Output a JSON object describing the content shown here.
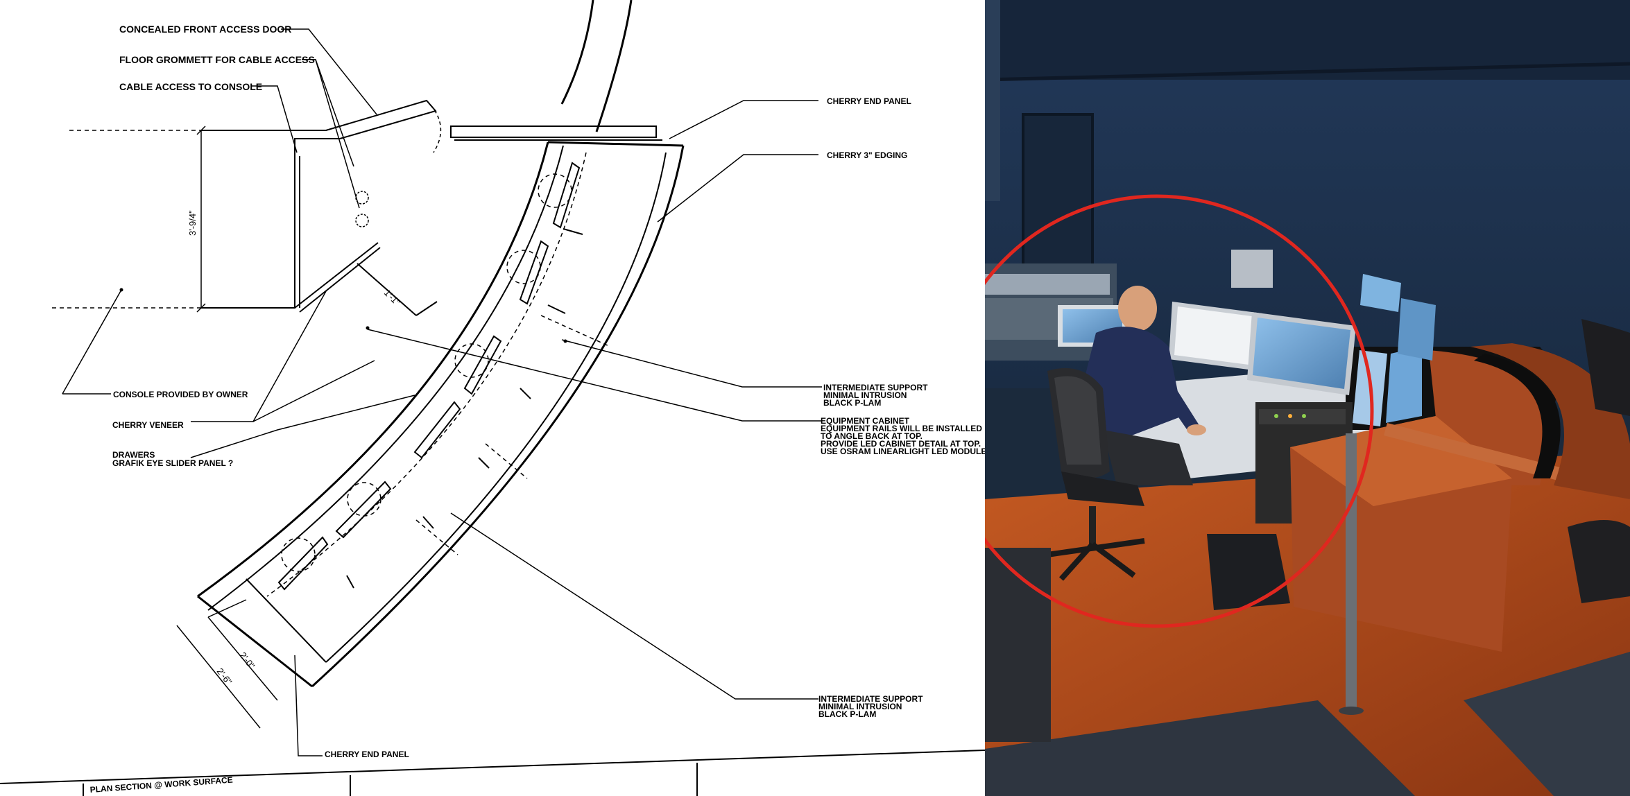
{
  "drawing": {
    "labels": {
      "concealed_front_access_door": "CONCEALED FRONT ACCESS DOOR",
      "floor_grommett": "FLOOR GROMMETT FOR CABLE ACCESS",
      "cable_access": "CABLE ACCESS TO CONSOLE",
      "cherry_end_panel_top": "CHERRY END PANEL",
      "cherry_edging": "CHERRY 3\" EDGING",
      "console_by_owner": "CONSOLE PROVIDED BY OWNER",
      "cherry_veneer": "CHERRY VENEER",
      "drawers": "DRAWERS",
      "grafik_eye": "GRAFIK EYE SLIDER PANEL ?",
      "intermediate_support_1": [
        "INTERMEDIATE SUPPORT",
        "MINIMAL INTRUSION",
        "BLACK P-LAM"
      ],
      "equipment_cabinet": [
        "EQUIPMENT CABINET",
        "EQUIPMENT RAILS WILL BE INSTALLED",
        "TO ANGLE BACK AT TOP.",
        "PROVIDE LED CABINET DETAIL AT TOP.",
        "USE OSRAM LINEARLIGHT LED MODULES."
      ],
      "intermediate_support_2": [
        "INTERMEDIATE SUPPORT",
        "MINIMAL INTRUSION",
        "BLACK P-LAM"
      ],
      "cherry_end_panel_bottom": "CHERRY END PANEL",
      "title_block": "PLAN SECTION @ WORK SURFACE"
    },
    "dimensions": {
      "height": "3'-9/4\"",
      "gap": "1'-1\"",
      "depth_a": "2'-0\"",
      "depth_b": "2'-6\""
    }
  },
  "photo": {
    "highlight_color": "#e0271f",
    "wall_color": "#1f3550",
    "floor_color": "#b8501e",
    "carpet_color": "#2e3540",
    "desk_color": "#a84a22",
    "screen_color": "#6ea6d8"
  }
}
